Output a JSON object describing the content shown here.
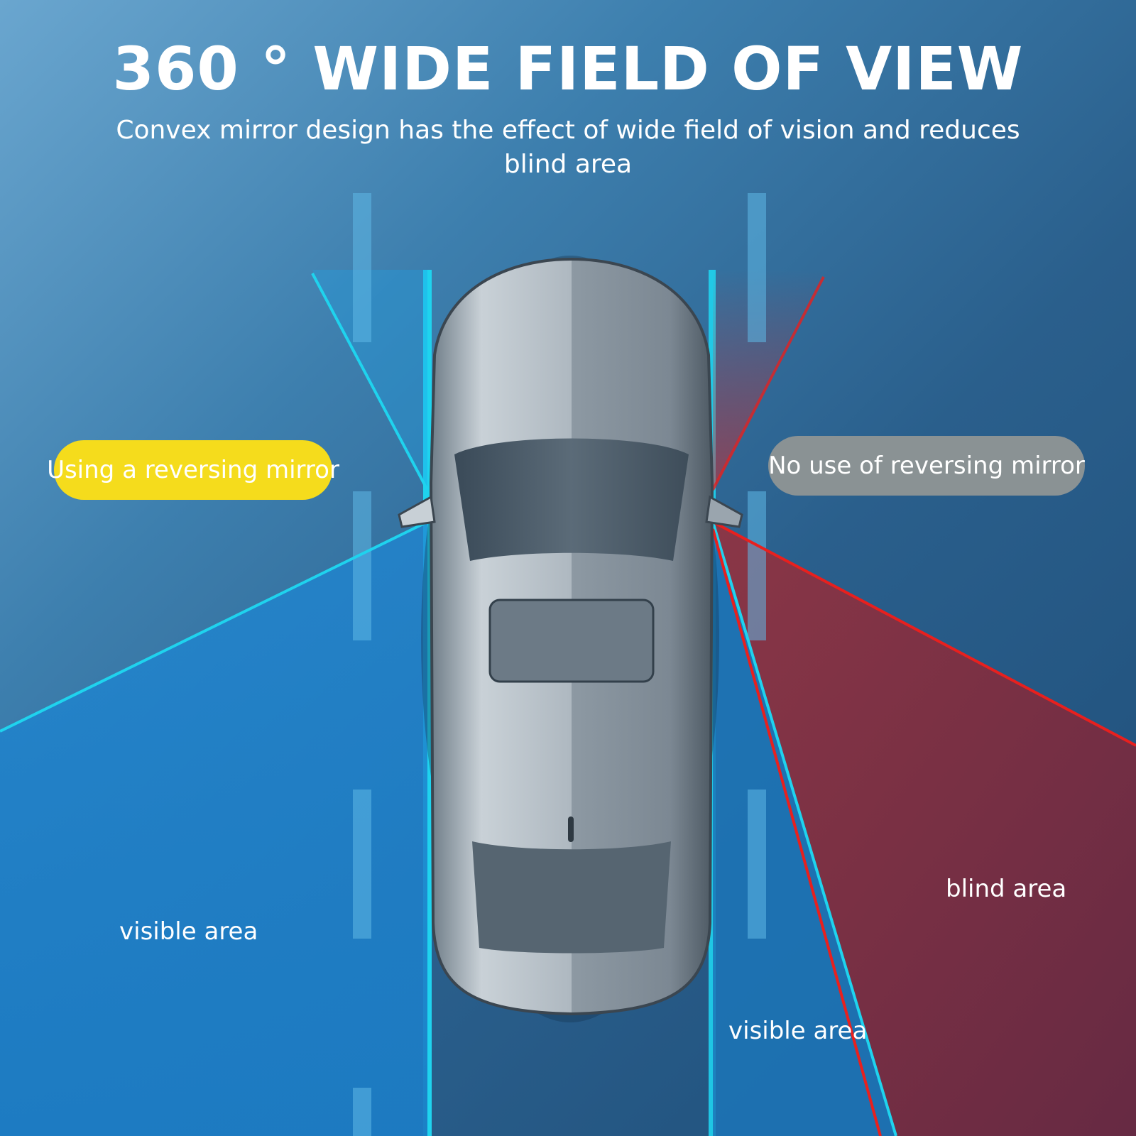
{
  "header": {
    "title": "360 ° WIDE FIELD OF VIEW",
    "subtitle": "Convex mirror design has the effect of wide field of vision and reduces blind area"
  },
  "badges": {
    "with_mirror": "Using a reversing mirror",
    "without_mirror": "No use of reversing mirror"
  },
  "zones": {
    "left_visible": "visible area",
    "right_visible": "visible area",
    "right_blind": "blind area"
  },
  "colors": {
    "badge_with_mirror": "#f5dc1c",
    "badge_without_mirror": "#8a9294",
    "visible_line": "#1fd3ee",
    "blind_line": "#e8201e",
    "blind_zone": "#7a2b3c",
    "visible_zone": "#1f7fc6"
  }
}
